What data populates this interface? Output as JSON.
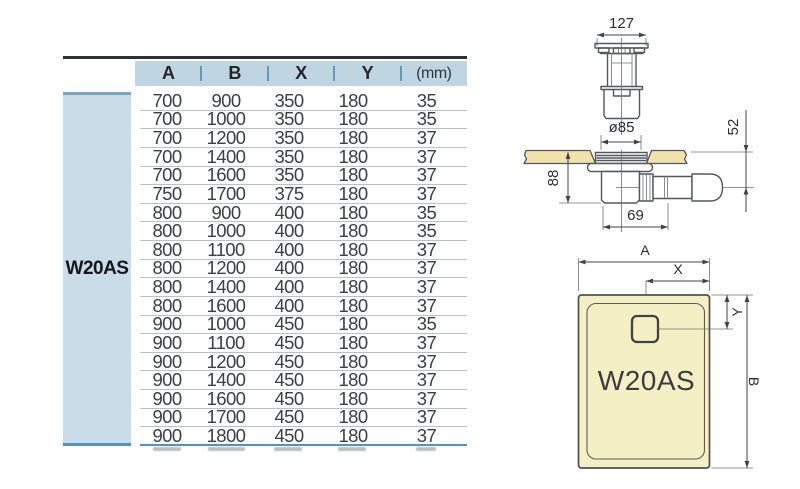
{
  "table": {
    "model_label": "W20AS",
    "header": {
      "columns": [
        "A",
        "B",
        "X",
        "Y",
        "(mm)"
      ]
    },
    "rows": [
      [
        "700",
        "900",
        "350",
        "180",
        "35"
      ],
      [
        "700",
        "1000",
        "350",
        "180",
        "35"
      ],
      [
        "700",
        "1200",
        "350",
        "180",
        "37"
      ],
      [
        "700",
        "1400",
        "350",
        "180",
        "37"
      ],
      [
        "700",
        "1600",
        "350",
        "180",
        "37"
      ],
      [
        "750",
        "1700",
        "375",
        "180",
        "37"
      ],
      [
        "800",
        "900",
        "400",
        "180",
        "35"
      ],
      [
        "800",
        "1000",
        "400",
        "180",
        "35"
      ],
      [
        "800",
        "1100",
        "400",
        "180",
        "37"
      ],
      [
        "800",
        "1200",
        "400",
        "180",
        "37"
      ],
      [
        "800",
        "1400",
        "400",
        "180",
        "37"
      ],
      [
        "800",
        "1600",
        "400",
        "180",
        "37"
      ],
      [
        "900",
        "1000",
        "450",
        "180",
        "35"
      ],
      [
        "900",
        "1100",
        "450",
        "180",
        "37"
      ],
      [
        "900",
        "1200",
        "450",
        "180",
        "37"
      ],
      [
        "900",
        "1400",
        "450",
        "180",
        "37"
      ],
      [
        "900",
        "1600",
        "450",
        "180",
        "37"
      ],
      [
        "900",
        "1700",
        "450",
        "180",
        "37"
      ],
      [
        "900",
        "1800",
        "450",
        "180",
        "37"
      ]
    ]
  },
  "drain_diagram": {
    "dim_top_width": "127",
    "dim_diameter": "ø85",
    "dim_height_above_outlet": "52",
    "dim_depth_below_surface": "88",
    "dim_outlet_offset": "69"
  },
  "tray_diagram": {
    "model_label": "W20AS",
    "dim_width": "A",
    "dim_drain_offset_x": "X",
    "dim_drain_offset_y": "Y",
    "dim_length": "B"
  },
  "colors": {
    "header_bg": "#bfd5e1",
    "label_cell_bg": "#c9dce7",
    "accent_blue": "#4f94c5",
    "tray_fill": "#f5efc4",
    "board_fill": "#efe2ab",
    "drawing_line": "#54585c"
  }
}
